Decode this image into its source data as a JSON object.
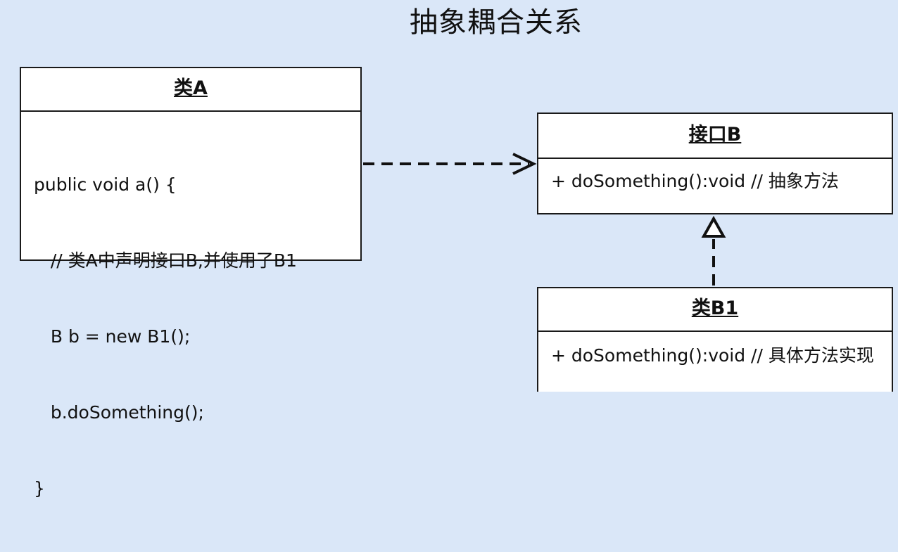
{
  "diagram": {
    "title": "抽象耦合关系",
    "class_a": {
      "name": "类A",
      "code_lines": [
        "public void a() {",
        "   // 类A中声明接口B,并使用了B1",
        "   B b = new B1();",
        "   b.doSomething();",
        "}"
      ]
    },
    "interface_b": {
      "name": "接口B",
      "method": "+ doSomething():void // 抽象方法"
    },
    "class_b1": {
      "name": "类B1",
      "method": "+ doSomething():void // 具体方法实现"
    },
    "relations": [
      {
        "from": "class_a",
        "to": "interface_b",
        "type": "dependency"
      },
      {
        "from": "class_b1",
        "to": "interface_b",
        "type": "realization"
      }
    ]
  }
}
